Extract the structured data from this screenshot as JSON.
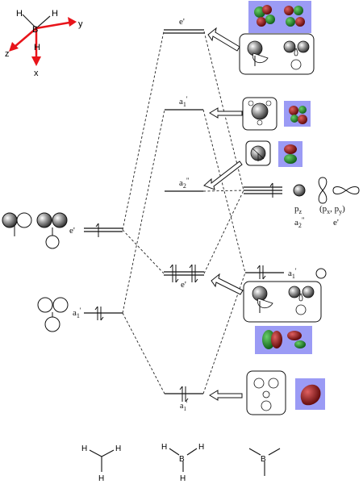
{
  "axes": {
    "boron": "B",
    "hydrogen": "H",
    "x": "x",
    "y": "y",
    "z": "z",
    "color": "#e8141a"
  },
  "left_levels": {
    "e_prime": "e'",
    "a1_prime": "a",
    "a1_prime_sub": "1",
    "a1_prime_mark": "'"
  },
  "center_levels": {
    "e_prime_top": "e'",
    "a1_prime_top": "a",
    "a1_prime_top_sub": "1",
    "a1_prime_top_mark": "'",
    "a2_dprime": "a",
    "a2_dprime_sub": "2",
    "a2_dprime_mark": "\"",
    "e_prime_mid": "e'",
    "a1_prime_bottom": "a",
    "a1_prime_bottom_sub": "1",
    "a1_prime_bottom_mark": "'"
  },
  "right_levels": {
    "pz_p": "p",
    "pz_sub": "z",
    "a2_a": "a",
    "a2_sub": "2",
    "a2_mark": "\"",
    "pxpy_open": "(p",
    "pxpy_x": "x",
    "pxpy_comma": ", p",
    "pxpy_y": "y",
    "pxpy_close": ")",
    "e_prime": "e'",
    "a1_prime": "a",
    "a1_prime_sub": "1",
    "a1_prime_mark": "'"
  },
  "colors": {
    "orbital_bg": "#9b9bf5",
    "lobe_red": "#8c0f0f",
    "lobe_green": "#1f8a2a",
    "arrow": "#e8141a"
  },
  "structures": {
    "bh3_a": {
      "center": "",
      "h_labels": [
        "H",
        "H",
        "H"
      ]
    },
    "bh3_b": {
      "center": "B",
      "h_labels": [
        "H",
        "H",
        "H"
      ]
    },
    "bh3_c": {
      "center": "B",
      "h_labels": []
    }
  }
}
